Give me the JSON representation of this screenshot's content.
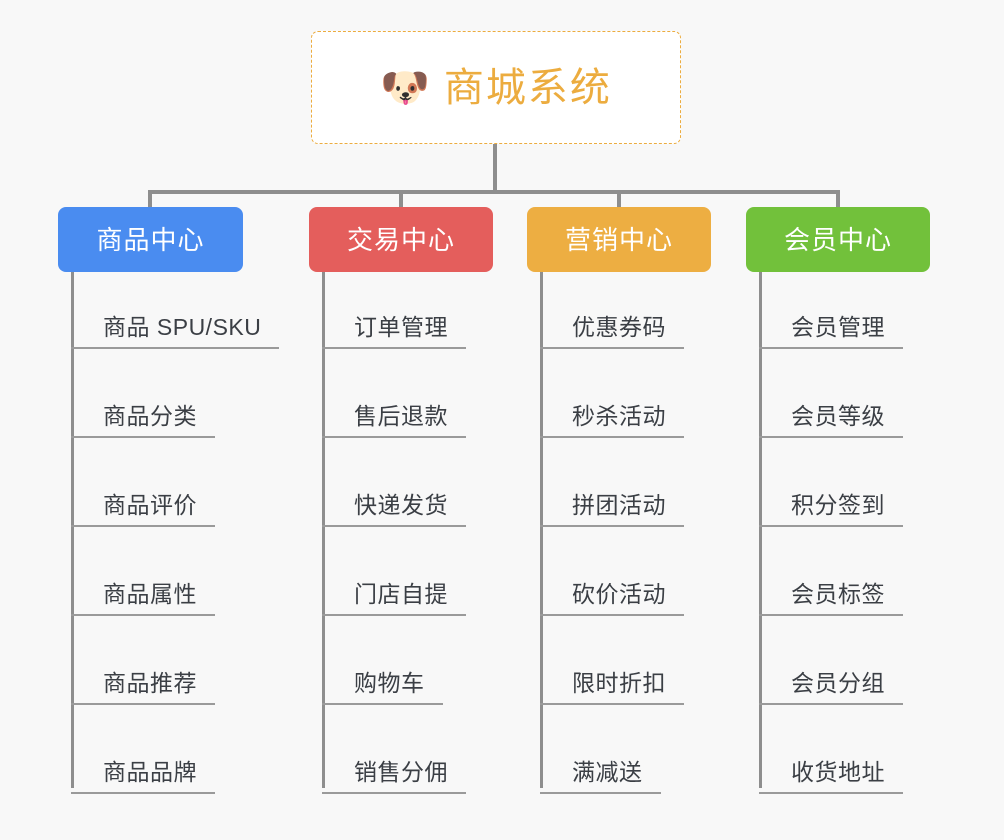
{
  "background_color": "#f8f8f8",
  "root": {
    "icon": "dog-face-icon",
    "icon_glyph": "🐶",
    "title": "商城系统",
    "border_color": "#ecac3f",
    "text_color": "#ecac3f"
  },
  "connector_color": "#8e8e8e",
  "leaf_rule_color": "#9a9a9a",
  "leaf_text_color": "#3b3f45",
  "columns": [
    {
      "header": "商品中心",
      "color": "#4a8cf0",
      "items": [
        "商品 SPU/SKU",
        "商品分类",
        "商品评价",
        "商品属性",
        "商品推荐",
        "商品品牌"
      ]
    },
    {
      "header": "交易中心",
      "color": "#e45e5c",
      "items": [
        "订单管理",
        "售后退款",
        "快递发货",
        "门店自提",
        "购物车",
        "销售分佣"
      ]
    },
    {
      "header": "营销中心",
      "color": "#edae42",
      "items": [
        "优惠券码",
        "秒杀活动",
        "拼团活动",
        "砍价活动",
        "限时折扣",
        "满减送"
      ]
    },
    {
      "header": "会员中心",
      "color": "#72c13b",
      "items": [
        "会员管理",
        "会员等级",
        "积分签到",
        "会员标签",
        "会员分组",
        "收货地址"
      ]
    }
  ]
}
